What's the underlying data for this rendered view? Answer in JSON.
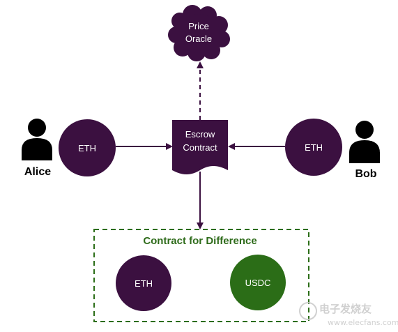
{
  "colors": {
    "purple": "#3b1040",
    "green": "#2b6d17",
    "cfd_border": "#2b6d17",
    "arrow": "#3b1040",
    "text_light": "#ffffff"
  },
  "oracle": {
    "line1": "Price",
    "line2": "Oracle"
  },
  "escrow": {
    "line1": "Escrow",
    "line2": "Contract"
  },
  "alice": {
    "name": "Alice",
    "asset": "ETH"
  },
  "bob": {
    "name": "Bob",
    "asset": "ETH"
  },
  "cfd": {
    "title": "Contract for Difference",
    "left_asset": "ETH",
    "right_asset": "USDC"
  },
  "watermark": {
    "brand": "电子发烧友",
    "url": "www.elecfans.com"
  }
}
